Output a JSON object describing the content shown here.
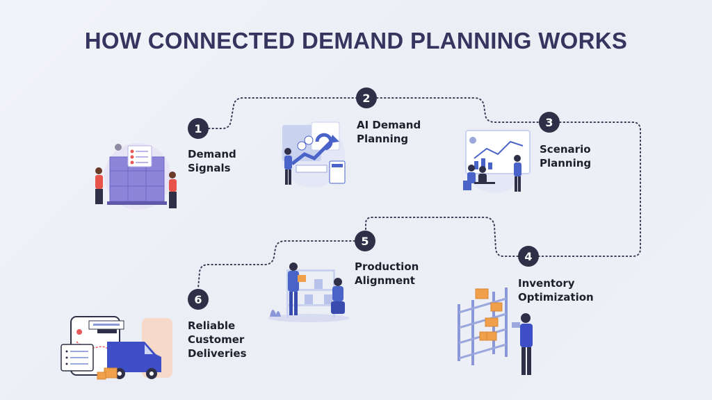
{
  "title": "HOW CONNECTED DEMAND PLANNING WORKS",
  "steps": [
    {
      "number": "1",
      "line1": "Demand",
      "line2": "Signals",
      "line3": ""
    },
    {
      "number": "2",
      "line1": "AI Demand",
      "line2": "Planning",
      "line3": ""
    },
    {
      "number": "3",
      "line1": "Scenario",
      "line2": "Planning",
      "line3": ""
    },
    {
      "number": "4",
      "line1": "Inventory",
      "line2": "Optimization",
      "line3": ""
    },
    {
      "number": "5",
      "line1": "Production",
      "line2": "Alignment",
      "line3": ""
    },
    {
      "number": "6",
      "line1": "Reliable",
      "line2": "Customer",
      "line3": "Deliveries"
    }
  ],
  "illustrations": [
    "warehouse-team-illustration",
    "ai-analytics-illustration",
    "scenario-meeting-illustration",
    "inventory-shelves-illustration",
    "production-workers-illustration",
    "delivery-van-illustration"
  ],
  "colors": {
    "title": "#35355f",
    "badge": "#2f3048",
    "accent_purple": "#8b84d8",
    "accent_blue": "#4a63c9",
    "accent_orange": "#f0a04b"
  }
}
